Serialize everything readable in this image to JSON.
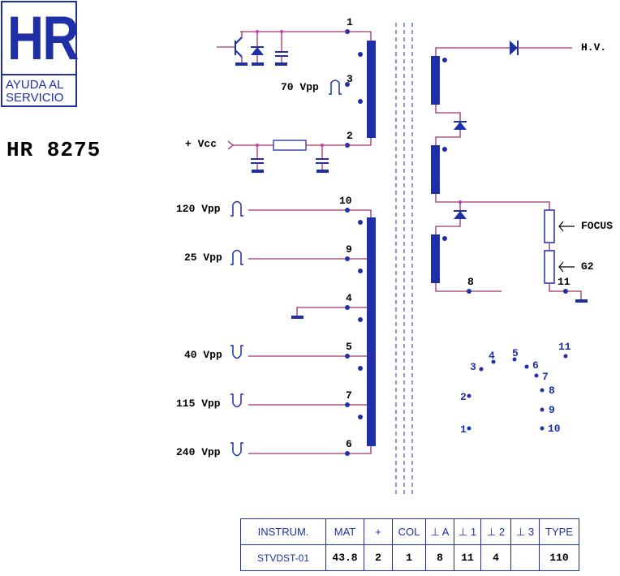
{
  "logo": {
    "mark": "HR",
    "line1": "AYUDA AL",
    "line2": "SERVICIO"
  },
  "model": "HR 8275",
  "primary": {
    "vcc": "+ Vcc",
    "pins": {
      "p1": "1",
      "p3": "3",
      "p2": "2"
    },
    "vpp70": "70 Vpp"
  },
  "secondary": [
    {
      "pin": "10",
      "vpp": "120 Vpp"
    },
    {
      "pin": "9",
      "vpp": "25 Vpp"
    },
    {
      "pin": "4"
    },
    {
      "pin": "5",
      "vpp": "40 Vpp"
    },
    {
      "pin": "7",
      "vpp": "115 Vpp"
    },
    {
      "pin": "6",
      "vpp": "240 Vpp"
    }
  ],
  "hv_section": {
    "hv": "H.V.",
    "focus": "FOCUS",
    "g2": "G2",
    "pin8": "8",
    "pin11": "11"
  },
  "pinout": [
    "3",
    "4",
    "5",
    "6",
    "7",
    "8",
    "9",
    "10",
    "11",
    "2",
    "1"
  ],
  "table": {
    "headers": [
      "INSTRUM.",
      "MAT",
      "+",
      "COL",
      "⊥ A",
      "⊥ 1",
      "⊥ 2",
      "⊥ 3",
      "TYPE"
    ],
    "values": [
      "STVDST-01",
      "43.8",
      "2",
      "1",
      "8",
      "11",
      "4",
      "",
      "110"
    ]
  },
  "colors": {
    "wire": "#a0306a",
    "component": "#1f2fa8",
    "dot": "#1f2fa8"
  }
}
